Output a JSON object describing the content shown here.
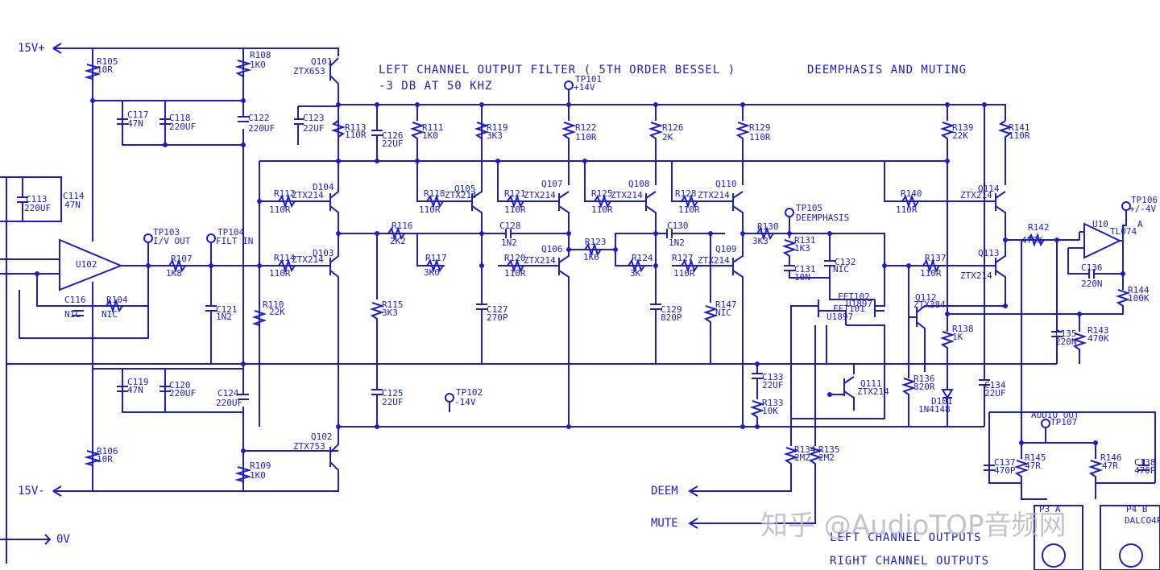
{
  "title": {
    "line1": "LEFT CHANNEL OUTPUT FILTER ( 5TH ORDER BESSEL )",
    "line2": "-3 DB AT 50 KHZ",
    "section": "DEEMPHASIS AND MUTING"
  },
  "rails": {
    "pos": "15V+",
    "neg": "15V-",
    "gnd": "0V",
    "deem": "DEEM",
    "mute": "MUTE"
  },
  "outputs": {
    "left": "LEFT CHANNEL OUTPUTS",
    "right": "RIGHT CHANNEL OUTPUTS",
    "audio_out": "AUDIO OUT",
    "p4": "P4  B",
    "p4_sub": "DALCO4P",
    "p3": "P3  A"
  },
  "watermark": "知乎 @AudioTOP音频网",
  "components": {
    "r105": [
      "R105",
      "10R"
    ],
    "r106": [
      "R106",
      "10R"
    ],
    "r108": [
      "R108",
      "1K0"
    ],
    "r109": [
      "R109",
      "1K0"
    ],
    "q101": [
      "Q101",
      "ZTX653"
    ],
    "q102": [
      "Q102",
      "ZTX753"
    ],
    "c117": [
      "C117",
      "47N"
    ],
    "c118": [
      "C118",
      "220UF"
    ],
    "c119": [
      "C119",
      "47N"
    ],
    "c120": [
      "C120",
      "220UF"
    ],
    "c122": [
      "C122",
      "220UF"
    ],
    "c123": [
      "C123",
      "22UF"
    ],
    "c124": [
      "C124",
      "220UF"
    ],
    "c113": [
      "C113",
      "220UF"
    ],
    "c114": [
      "C114",
      "47N"
    ],
    "u102": "U102",
    "c116": [
      "C116",
      "NIC"
    ],
    "r104": [
      "R104",
      "NIC"
    ],
    "tp103": [
      "TP103",
      "I/V OUT"
    ],
    "tp104": [
      "TP104",
      "FILT IN"
    ],
    "r107": [
      "R107",
      "1K8"
    ],
    "c121": [
      "C121",
      "1N2"
    ],
    "r112": [
      "R112",
      "110R"
    ],
    "r113": [
      "R113",
      "110R"
    ],
    "r114": [
      "R114",
      "110R"
    ],
    "d104": "D104",
    "d103": "D103",
    "ztx214": "ZTX214",
    "r110": [
      "R110",
      "22K"
    ],
    "c126": [
      "C126",
      "22UF"
    ],
    "c125": [
      "C125",
      "22UF"
    ],
    "r111": [
      "R111",
      "1K0"
    ],
    "r118": [
      "R118",
      "110R"
    ],
    "r116": [
      "R116",
      "2K2"
    ],
    "r117": [
      "R117",
      "3K0"
    ],
    "r115": [
      "R115",
      "3K3"
    ],
    "q105": "Q105",
    "r119": [
      "R119",
      "3K3"
    ],
    "c128": [
      "C128",
      "1N2"
    ],
    "c127": [
      "C127",
      "270P"
    ],
    "r121": [
      "R121",
      "110R"
    ],
    "r120": [
      "R120",
      "110R"
    ],
    "tp102": [
      "TP102",
      "-14V"
    ],
    "tp101": [
      "TP101",
      "+14V"
    ],
    "r122": [
      "R122",
      "110R"
    ],
    "q107": "Q107",
    "q106": "Q106",
    "r123": [
      "R123",
      "1K6"
    ],
    "r125": [
      "R125",
      "110R"
    ],
    "q108": "Q108",
    "r126": [
      "R126",
      "2K"
    ],
    "r124": [
      "R124",
      "3K"
    ],
    "c130": [
      "C130",
      "1N2"
    ],
    "c129": [
      "C129",
      "820P"
    ],
    "r128": [
      "R128",
      "110R"
    ],
    "r127": [
      "R127",
      "110R"
    ],
    "r129": [
      "R129",
      "110R"
    ],
    "q110": "Q110",
    "q109": "Q109",
    "r147": [
      "R147",
      "NIC"
    ],
    "r130": [
      "R130",
      "3K3"
    ],
    "tp105": [
      "TP105",
      "DEEMPHASIS"
    ],
    "r131": [
      "R131",
      "1K3"
    ],
    "c131": [
      "C131",
      "10N"
    ],
    "c132": [
      "C132",
      "NIC"
    ],
    "fet102": [
      "FET102",
      "U1897"
    ],
    "fet101": [
      "FET101",
      "U1897"
    ],
    "q111": [
      "Q111",
      "ZTX214"
    ],
    "c133": [
      "C133",
      "22UF"
    ],
    "r133": [
      "R133",
      "10K"
    ],
    "r134": [
      "R134",
      "2M2"
    ],
    "r135": [
      "R135",
      "2M2"
    ],
    "r139": [
      "R139",
      "22K"
    ],
    "r140": [
      "R140",
      "110R"
    ],
    "r137": [
      "R137",
      "110R"
    ],
    "q112": [
      "Q112",
      "ZTX384"
    ],
    "r138": [
      "R138",
      "1K"
    ],
    "r136": [
      "R136",
      "820R"
    ],
    "d101": [
      "D101",
      "1N4148"
    ],
    "c134": [
      "C134",
      "22UF"
    ],
    "r141": [
      "R141",
      "110R"
    ],
    "q114": "Q114",
    "q113": "Q113",
    "r142": [
      "R142",
      "470K"
    ],
    "tp106": [
      "TP106",
      "+/-4V"
    ],
    "u10": [
      "U10",
      "A"
    ],
    "tl074": "TL074",
    "c136": [
      "C136",
      "220N"
    ],
    "r144": [
      "R144",
      "100K"
    ],
    "c135": [
      "C135",
      "220N"
    ],
    "r143": [
      "R143",
      "470K"
    ],
    "tp107": "TP107",
    "c137": [
      "C137",
      "470P"
    ],
    "r145": [
      "R145",
      "47R"
    ],
    "r146": [
      "R146",
      "47R"
    ],
    "c138": [
      "C138",
      "470P"
    ]
  }
}
